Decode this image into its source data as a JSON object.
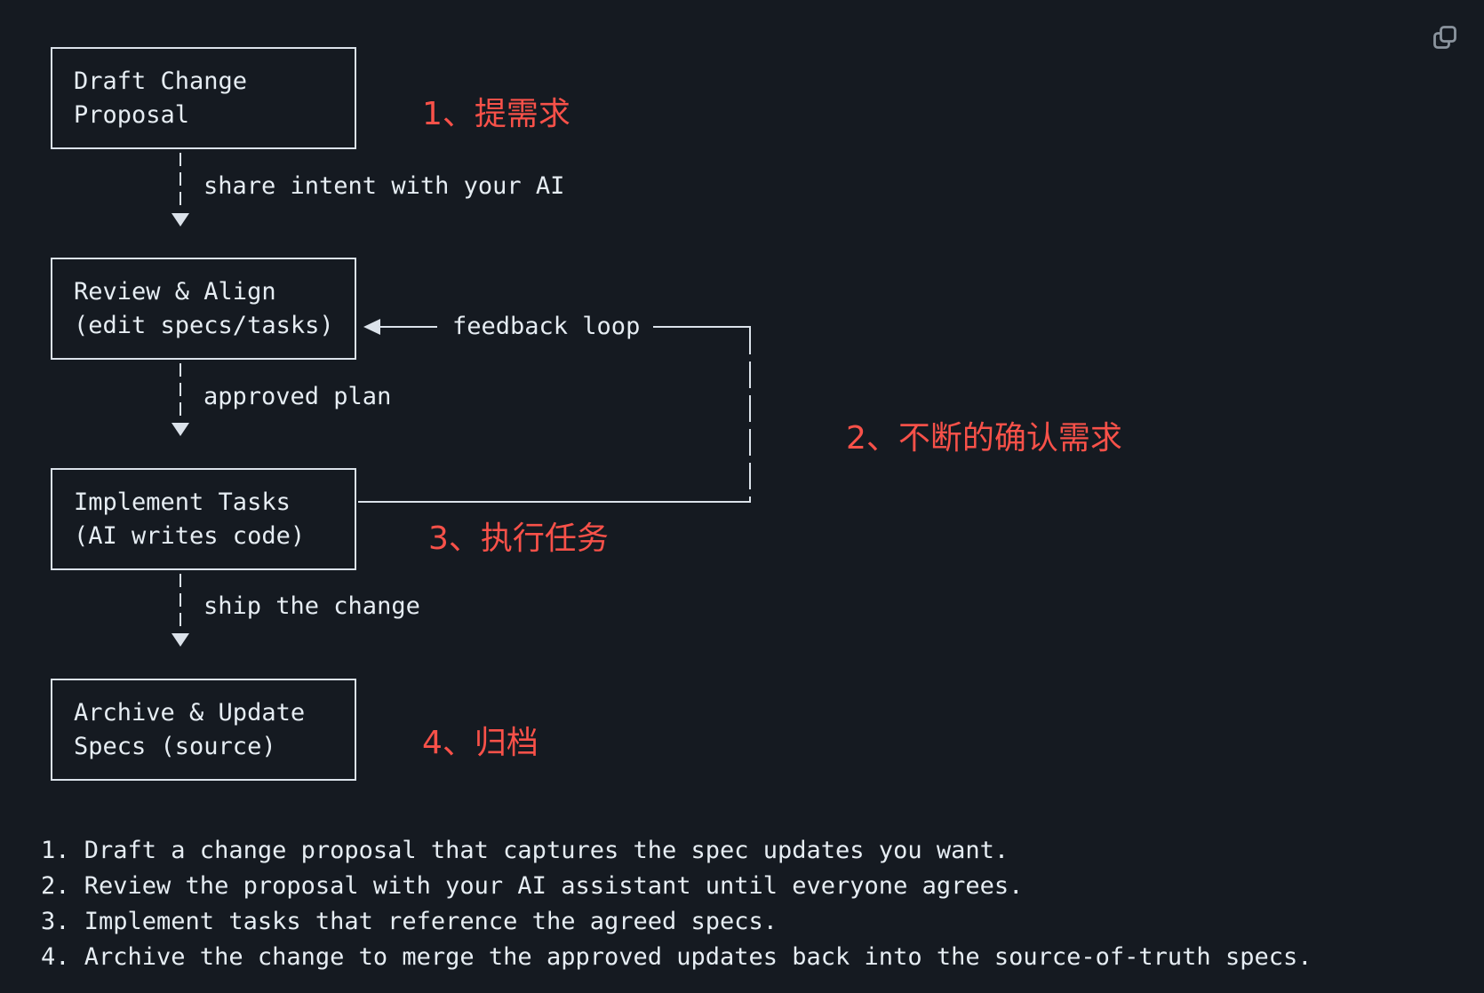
{
  "colors": {
    "background": "#151a21",
    "foreground": "#e6edf3",
    "line": "#dbe2ea",
    "annotation_red": "#f85149",
    "icon_gray": "#8b949e"
  },
  "toolbar": {
    "copy_icon": "copy-icon"
  },
  "diagram": {
    "nodes": [
      {
        "line1": "Draft Change",
        "line2": "Proposal"
      },
      {
        "line1": "Review & Align",
        "line2": "(edit specs/tasks)"
      },
      {
        "line1": "Implement Tasks",
        "line2": "(AI writes code)"
      },
      {
        "line1": "Archive & Update",
        "line2": "Specs (source)"
      }
    ],
    "edge_labels": [
      "share intent with your AI",
      "approved plan",
      "ship the change"
    ],
    "feedback_label": "feedback loop",
    "annotations": [
      "1、提需求",
      "2、不断的确认需求",
      "3、执行任务",
      "4、归档"
    ]
  },
  "steps": [
    "1. Draft a change proposal that captures the spec updates you want.",
    "2. Review the proposal with your AI assistant until everyone agrees.",
    "3. Implement tasks that reference the agreed specs.",
    "4. Archive the change to merge the approved updates back into the source-of-truth specs."
  ]
}
